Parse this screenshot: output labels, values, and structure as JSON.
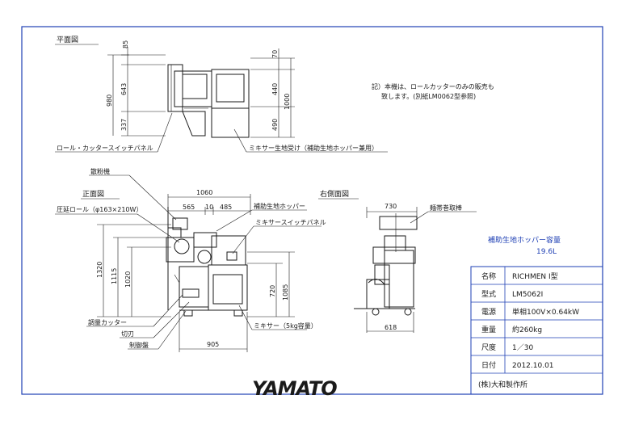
{
  "views": {
    "plan": "平面図",
    "front": "正面図",
    "side": "右側面図"
  },
  "plan_dims": {
    "top85": "85",
    "d643": "643",
    "d980": "980",
    "d337": "337",
    "d70": "70",
    "d440": "440",
    "d1000": "1000",
    "d490": "490"
  },
  "plan_labels": {
    "roll_cutter_switch": "ロール・カッタースイッチパネル",
    "mixer_receiver": "ミキサー生地受け（補助生地ホッパー兼用）"
  },
  "note": {
    "line1": "記）本機は、ロールカッターのみの販売も",
    "line2": "致します。(別紙LM0062型参照)"
  },
  "front_labels": {
    "scatter": "散粉機",
    "press_roll": "圧延ロール（φ163×210W）",
    "aux_hopper": "補助生地ホッパー",
    "mixer_switch": "ミキサースイッチパネル",
    "cutter": "調量カッター",
    "blade": "切刃",
    "control": "制御盤",
    "mixer": "ミキサー（5kg容量）"
  },
  "front_dims": {
    "w1060": "1060",
    "w565": "565",
    "w10": "10",
    "w485": "485",
    "h1320": "1320",
    "h1115": "1115",
    "h1020": "1020",
    "h720": "720",
    "h1085": "1085",
    "w905": "905"
  },
  "side_labels": {
    "belt": "麺帯巻取棒"
  },
  "side_dims": {
    "w730": "730",
    "w618": "618"
  },
  "capacity": {
    "label": "補助生地ホッパー容量",
    "value": "19.6L"
  },
  "spec_table": [
    {
      "key": "名称",
      "value": "RICHMEN Ⅰ型"
    },
    {
      "key": "型式",
      "value": "LM5062I"
    },
    {
      "key": "電源",
      "value": "単相100V×0.64kW"
    },
    {
      "key": "重量",
      "value": "約260kg"
    },
    {
      "key": "尺度",
      "value": "1／30"
    },
    {
      "key": "日付",
      "value": "2012.10.01"
    }
  ],
  "company": "(株)大和製作所",
  "logo": "YAMATO",
  "colors": {
    "frame": "#1e3fb4",
    "line": "#1a1a1a",
    "accent": "#20b8c8"
  }
}
